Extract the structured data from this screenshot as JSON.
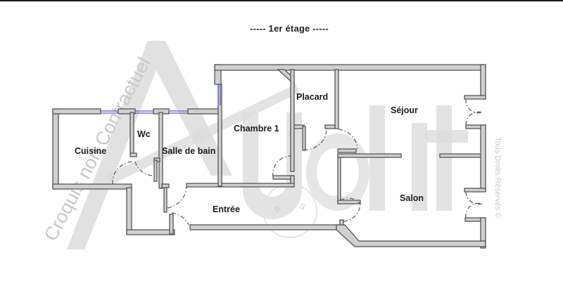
{
  "plan": {
    "title": "-----  1er étage  -----",
    "floor": "1er étage",
    "rooms": [
      {
        "name": "Cuisine",
        "label": "Cuisine"
      },
      {
        "name": "Wc",
        "label": "Wc"
      },
      {
        "name": "Salle de bain",
        "label": "Salle de bain"
      },
      {
        "name": "Chambre 1",
        "label": "Chambre 1"
      },
      {
        "name": "Placard",
        "label": "Placard"
      },
      {
        "name": "Séjour",
        "label": "Séjour"
      },
      {
        "name": "Salon",
        "label": "Salon"
      },
      {
        "name": "Entrée",
        "label": "Entrée"
      }
    ]
  },
  "watermarks": {
    "left": "Croquis non Contractuel",
    "right": "Tous Droits Réservés ©",
    "logo": "Audit",
    "seal": "BIENS"
  },
  "colors": {
    "wall_fill": "#d0d0d0",
    "wall_stroke": "#4a4a4a",
    "window": "#5a5ad0",
    "watermark": "#d6d6d6",
    "text": "#1c1c1c"
  }
}
